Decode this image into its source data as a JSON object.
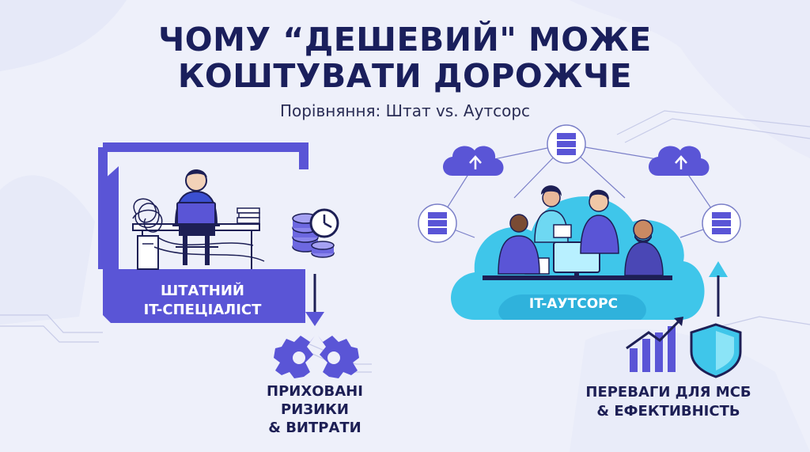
{
  "title": {
    "line1": "ЧОМУ  “ДЕШЕВИЙ\" МОЖЕ",
    "line2": "КОШТУВАТИ ДОРОЖЧЕ"
  },
  "subtitle": "Порівняння: Штат vs. Аутсорс",
  "left_panel": {
    "label_line1": "ШТАТНИЙ",
    "label_line2": "IT-СПЕЦІАЛІСТ",
    "caption_line1": "ПРИХОВАНІ",
    "caption_line2": "РИЗИКИ",
    "caption_line3": "& ВИТРАТИ",
    "icons": [
      "developer-at-desk-icon",
      "tangled-cables-icon",
      "coin-stack-icon",
      "clock-icon",
      "down-arrow-icon",
      "broken-gear-icon"
    ]
  },
  "right_panel": {
    "label": "IT-АУТСОРС",
    "caption_line1": "ПЕРЕВАГИ ДЛЯ МСБ",
    "caption_line2": "& ЕФЕКТИВНІСТЬ",
    "icons": [
      "cloud-upload-icon",
      "server-icon",
      "team-icon",
      "up-arrow-icon",
      "growth-chart-icon",
      "shield-icon"
    ]
  },
  "colors": {
    "title": "#1a1f5c",
    "purple_accent": "#5a55d6",
    "cyan_cloud": "#3fc6ea",
    "background": "#eef0fa"
  }
}
